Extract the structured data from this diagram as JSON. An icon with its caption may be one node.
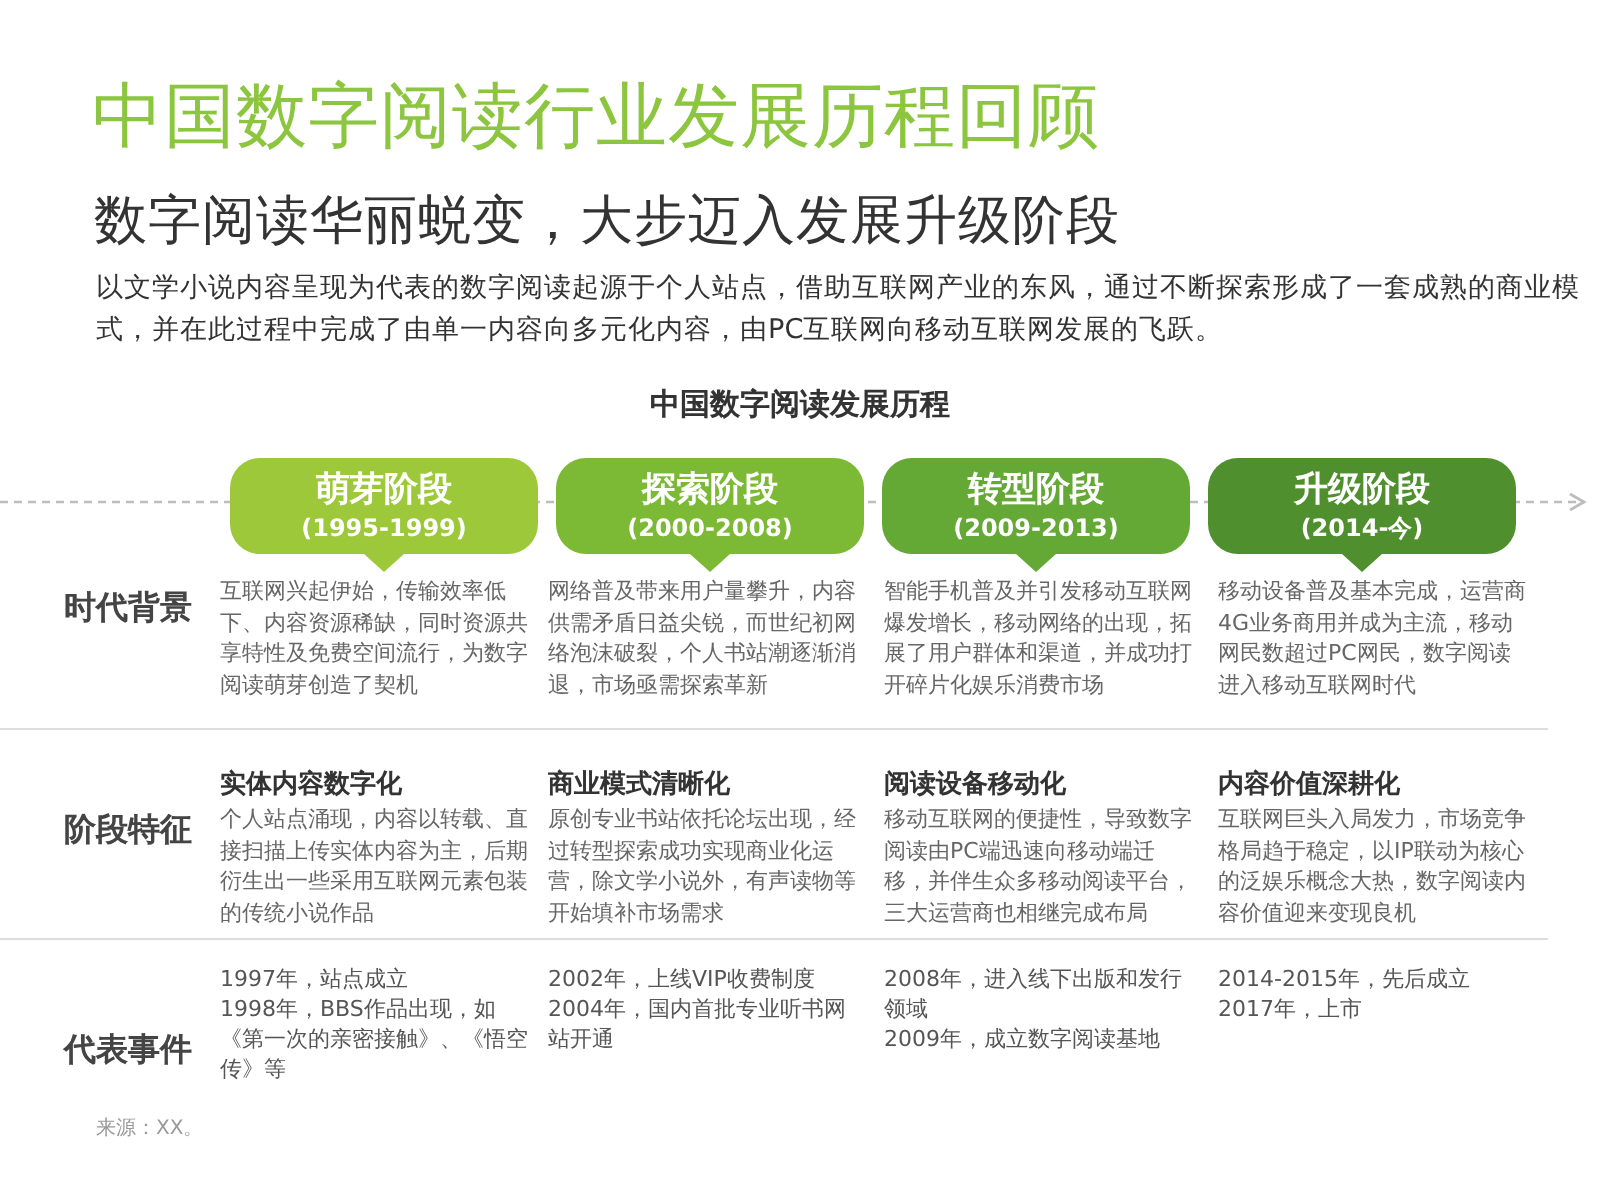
{
  "diagram": {
    "title": "中国数字阅读行业发展历程回顾",
    "nodes": [
      {
        "text": [
          "萌芽阶段",
          "(1995-1999)"
        ]
      },
      {
        "text": [
          "探索阶段",
          "(2000-2008)"
        ]
      },
      {
        "text": [
          "转型阶段",
          "(2009-2013)"
        ]
      },
      {
        "text": [
          "升级阶段",
          "(2014-今)"
        ]
      }
    ],
    "labels": [
      "数字阅读华丽蜕变，大步迈入发展升级阶段",
      "以文学小说内容呈现为代表的数字阅读起源于个人站点，借助互联网产业的东风，通过不断探索形成了一套成熟的商业模式，并在此过程中完成了由单一内容向多元化内容，由PC互联网向移动互联网发展的飞跃。",
      "中国数字阅读发展历程",
      "时代背景",
      "互联网兴起伊始，传输效率低下、内容资源稀缺，同时资源共享特性及免费空间流行，为数字阅读萌芽创造了契机",
      "网络普及带来用户量攀升，内容供需矛盾日益尖锐，而世纪初网络泡沫破裂，个人书站潮逐渐消退，市场亟需探索革新",
      "智能手机普及并引发移动互联网爆发增长，移动网络的出现，拓展了用户群体和渠道，并成功打开碎片化娱乐消费市场",
      "移动设备普及基本完成，运营商4G业务商用并成为主流，移动网民数超过PC网民，数字阅读进入移动互联网时代",
      "阶段特征",
      "实体内容数字化",
      "个人站点涌现，内容以转载、直接扫描上传实体内容为主，后期衍生出一些采用互联网元素包装的传统小说作品",
      "商业模式清晰化",
      "原创专业书站依托论坛出现，经过转型探索成功实现商业化运营，除文学小说外，有声读物等开始填补市场需求",
      "阅读设备移动化",
      "移动互联网的便捷性，导致数字阅读由PC端迅速向移动端迁移，并伴生众多移动阅读平台，三大运营商也相继完成布局",
      "内容价值深耕化",
      "互联网巨头入局发力，市场竞争格局趋于稳定，以IP联动为核心的泛娱乐概念大热，数字阅读内容价值迎来变现良机",
      "代表事件",
      "1997年，站点成立",
      "1998年，BBS作品出现，如《第一次的亲密接触》、《悟空传》等",
      "2002年，上线VIP收费制度",
      "2004年，国内首批专业听书网站开通",
      "2008年，进入线下出版和发行领域",
      "2009年，成立数字阅读基地",
      "2014-2015年，先后成立",
      "2017年，上市",
      "来源：XX。"
    ]
  }
}
